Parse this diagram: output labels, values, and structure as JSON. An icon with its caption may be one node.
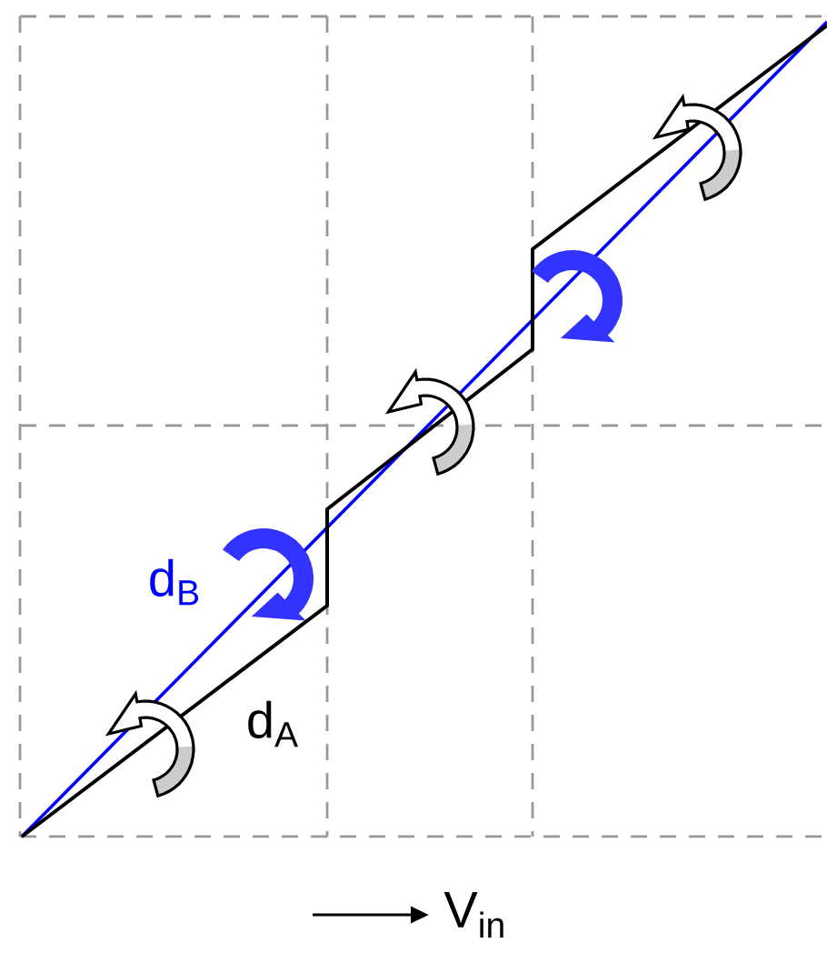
{
  "diagram": {
    "labels": [
      "d$_{B}$",
      "d$_{A}$",
      "V$_{in}$"
    ]
  }
}
